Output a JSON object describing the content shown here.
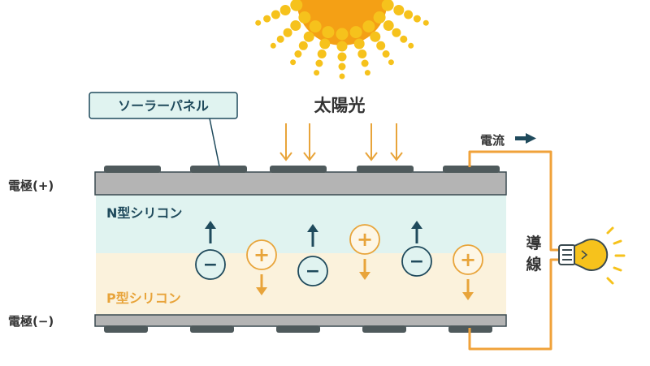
{
  "labels": {
    "panel": "ソーラーパネル",
    "sunlight": "太陽光",
    "current": "電流",
    "wire_chars": [
      "導",
      "線"
    ],
    "electrode_pos": "電極(+)",
    "electrode_neg": "電極(−)",
    "n_silicon": "N型シリコン",
    "p_silicon": "P型シリコン"
  },
  "symbols": {
    "minus": "−",
    "plus": "+"
  },
  "colors": {
    "navy": "#1f4a5c",
    "orange": "#e8a43a",
    "wire": "#f0a23a",
    "sun": "#f6c21c",
    "sun_core": "#f4a015",
    "n_bg": "#e0f3f0",
    "p_bg": "#fbf2dc",
    "electrode": "#b4b4b4",
    "contact": "#4f5a5c",
    "bulb": "#f6c21c"
  }
}
